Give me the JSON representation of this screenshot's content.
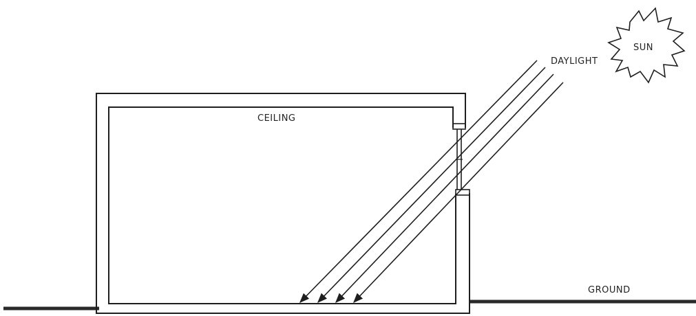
{
  "labels": {
    "sun": "SUN",
    "daylight": "DAYLIGHT",
    "ceiling": "CEILING",
    "ground": "GROUND"
  },
  "colors": {
    "line": "#1e1e1e",
    "ground": "#2a2a2a",
    "background": "#ffffff"
  }
}
